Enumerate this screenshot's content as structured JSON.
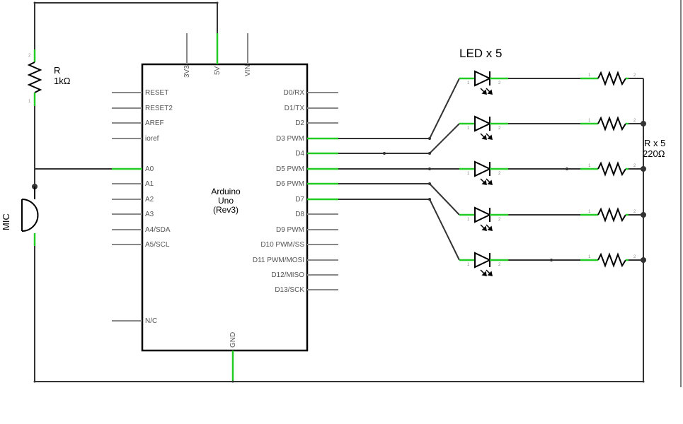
{
  "board": {
    "name_line1": "Arduino",
    "name_line2": "Uno",
    "name_line3": "(Rev3)",
    "left_pins": [
      "RESET",
      "RESET2",
      "AREF",
      "ioref",
      "A0",
      "A1",
      "A2",
      "A3",
      "A4/SDA",
      "A5/SCL",
      "N/C"
    ],
    "right_pins": [
      "D0/RX",
      "D1/TX",
      "D2",
      "D3 PWM",
      "D4",
      "D5 PWM",
      "D6 PWM",
      "D7",
      "D8",
      "D9 PWM",
      "D10 PWM/SS",
      "D11 PWM/MOSI",
      "D12/MISO",
      "D13/SCK"
    ],
    "top_pins": [
      "3V3",
      "5V",
      "VIN"
    ],
    "bottom_pin": "GND"
  },
  "resistor_r": {
    "name": "R",
    "value": "1kΩ",
    "pin1": "1",
    "pin2": "2"
  },
  "mic": {
    "label": "MIC"
  },
  "led_group": {
    "label": "LED x 5",
    "count": 5,
    "pin1": "1",
    "pin2": "2"
  },
  "resistor_group": {
    "name": "R x 5",
    "value": "220Ω",
    "pin1": "1",
    "pin2": "2"
  },
  "colors": {
    "wire": "#333333",
    "connected_pin": "#22cc22",
    "pin": "#888888"
  }
}
